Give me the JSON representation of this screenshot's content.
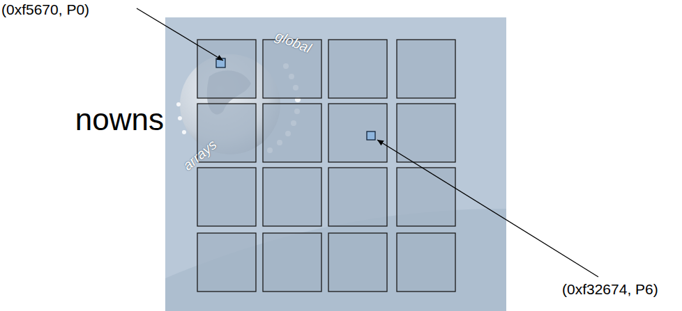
{
  "diagram": {
    "labels": [
      "nowns",
      "(0xf5670, P0)",
      "(0xf32674, P6)",
      "global",
      "arrays"
    ]
  }
}
